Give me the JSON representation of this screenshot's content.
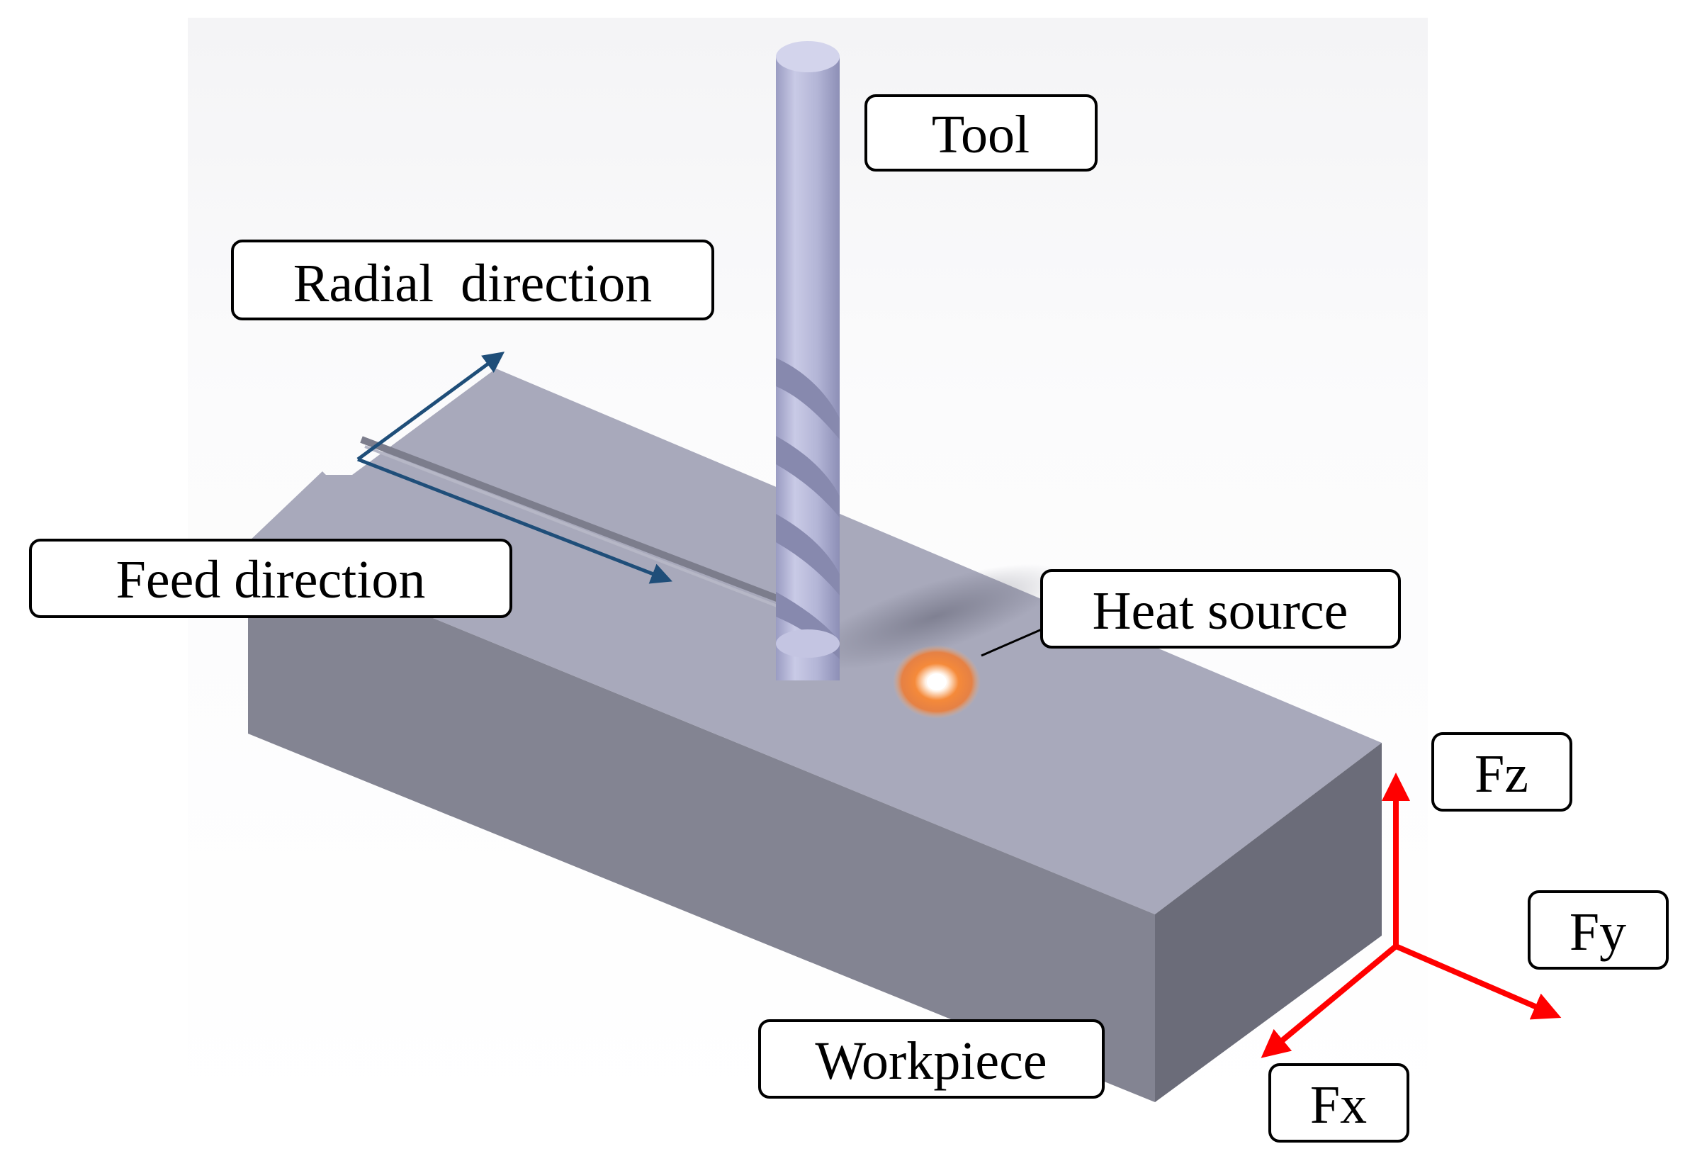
{
  "labels": {
    "tool": "Tool",
    "radial_direction": "Radial  direction",
    "feed_direction": "Feed direction",
    "heat_source": "Heat source",
    "workpiece": "Workpiece",
    "fz": "Fz",
    "fy": "Fy",
    "fx": "Fx"
  },
  "colors": {
    "direction_arrows": "#1f4e79",
    "force_arrows": "#ff0000",
    "heat_source": "#f07020",
    "tool": "#b4b6d6",
    "workpiece_top": "#a8a9bb",
    "workpiece_front": "#828391",
    "workpiece_side": "#6c6d7a"
  }
}
